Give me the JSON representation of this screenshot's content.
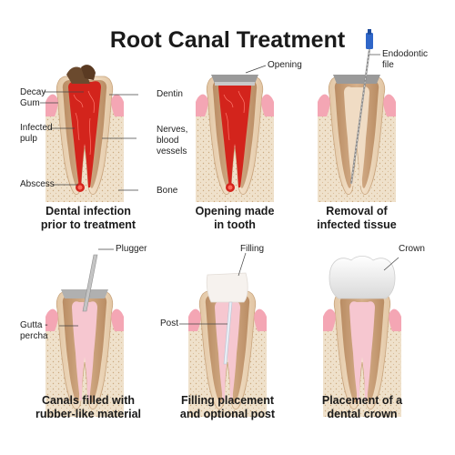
{
  "title": "Root Canal Treatment",
  "panels": [
    {
      "caption_line1": "Dental infection",
      "caption_line2": "prior to treatment"
    },
    {
      "caption_line1": "Opening made",
      "caption_line2": "in tooth"
    },
    {
      "caption_line1": "Removal of",
      "caption_line2": "infected tissue"
    },
    {
      "caption_line1": "Canals filled with",
      "caption_line2": "rubber-like material"
    },
    {
      "caption_line1": "Filling placement",
      "caption_line2": "and optional post"
    },
    {
      "caption_line1": "Placement of a",
      "caption_line2": "dental crown"
    }
  ],
  "labels": {
    "decay": "Decay",
    "gum": "Gum",
    "infected_pulp_1": "Infected",
    "infected_pulp_2": "pulp",
    "abscess": "Abscess",
    "dentin": "Dentin",
    "nerves_1": "Nerves,",
    "nerves_2": "blood",
    "nerves_3": "vessels",
    "bone": "Bone",
    "opening": "Opening",
    "endodontic_1": "Endodontic",
    "endodontic_2": "file",
    "plugger": "Plugger",
    "gutta_1": "Gutta -",
    "gutta_2": "percha",
    "filling": "Filling",
    "post": "Post",
    "crown": "Crown"
  },
  "colors": {
    "bone": "#e9d8bf",
    "gum": "#f4a6b4",
    "enamel": "#ead2b4",
    "dentin": "#c89f78",
    "pulp_infected": "#d3241c",
    "pulp_healthy": "#f4b9c6",
    "gutta_percha": "#f6c7d0",
    "filling": "#f6f2ee",
    "crown": "#f4f4f4",
    "file_handle": "#2f66c8"
  }
}
